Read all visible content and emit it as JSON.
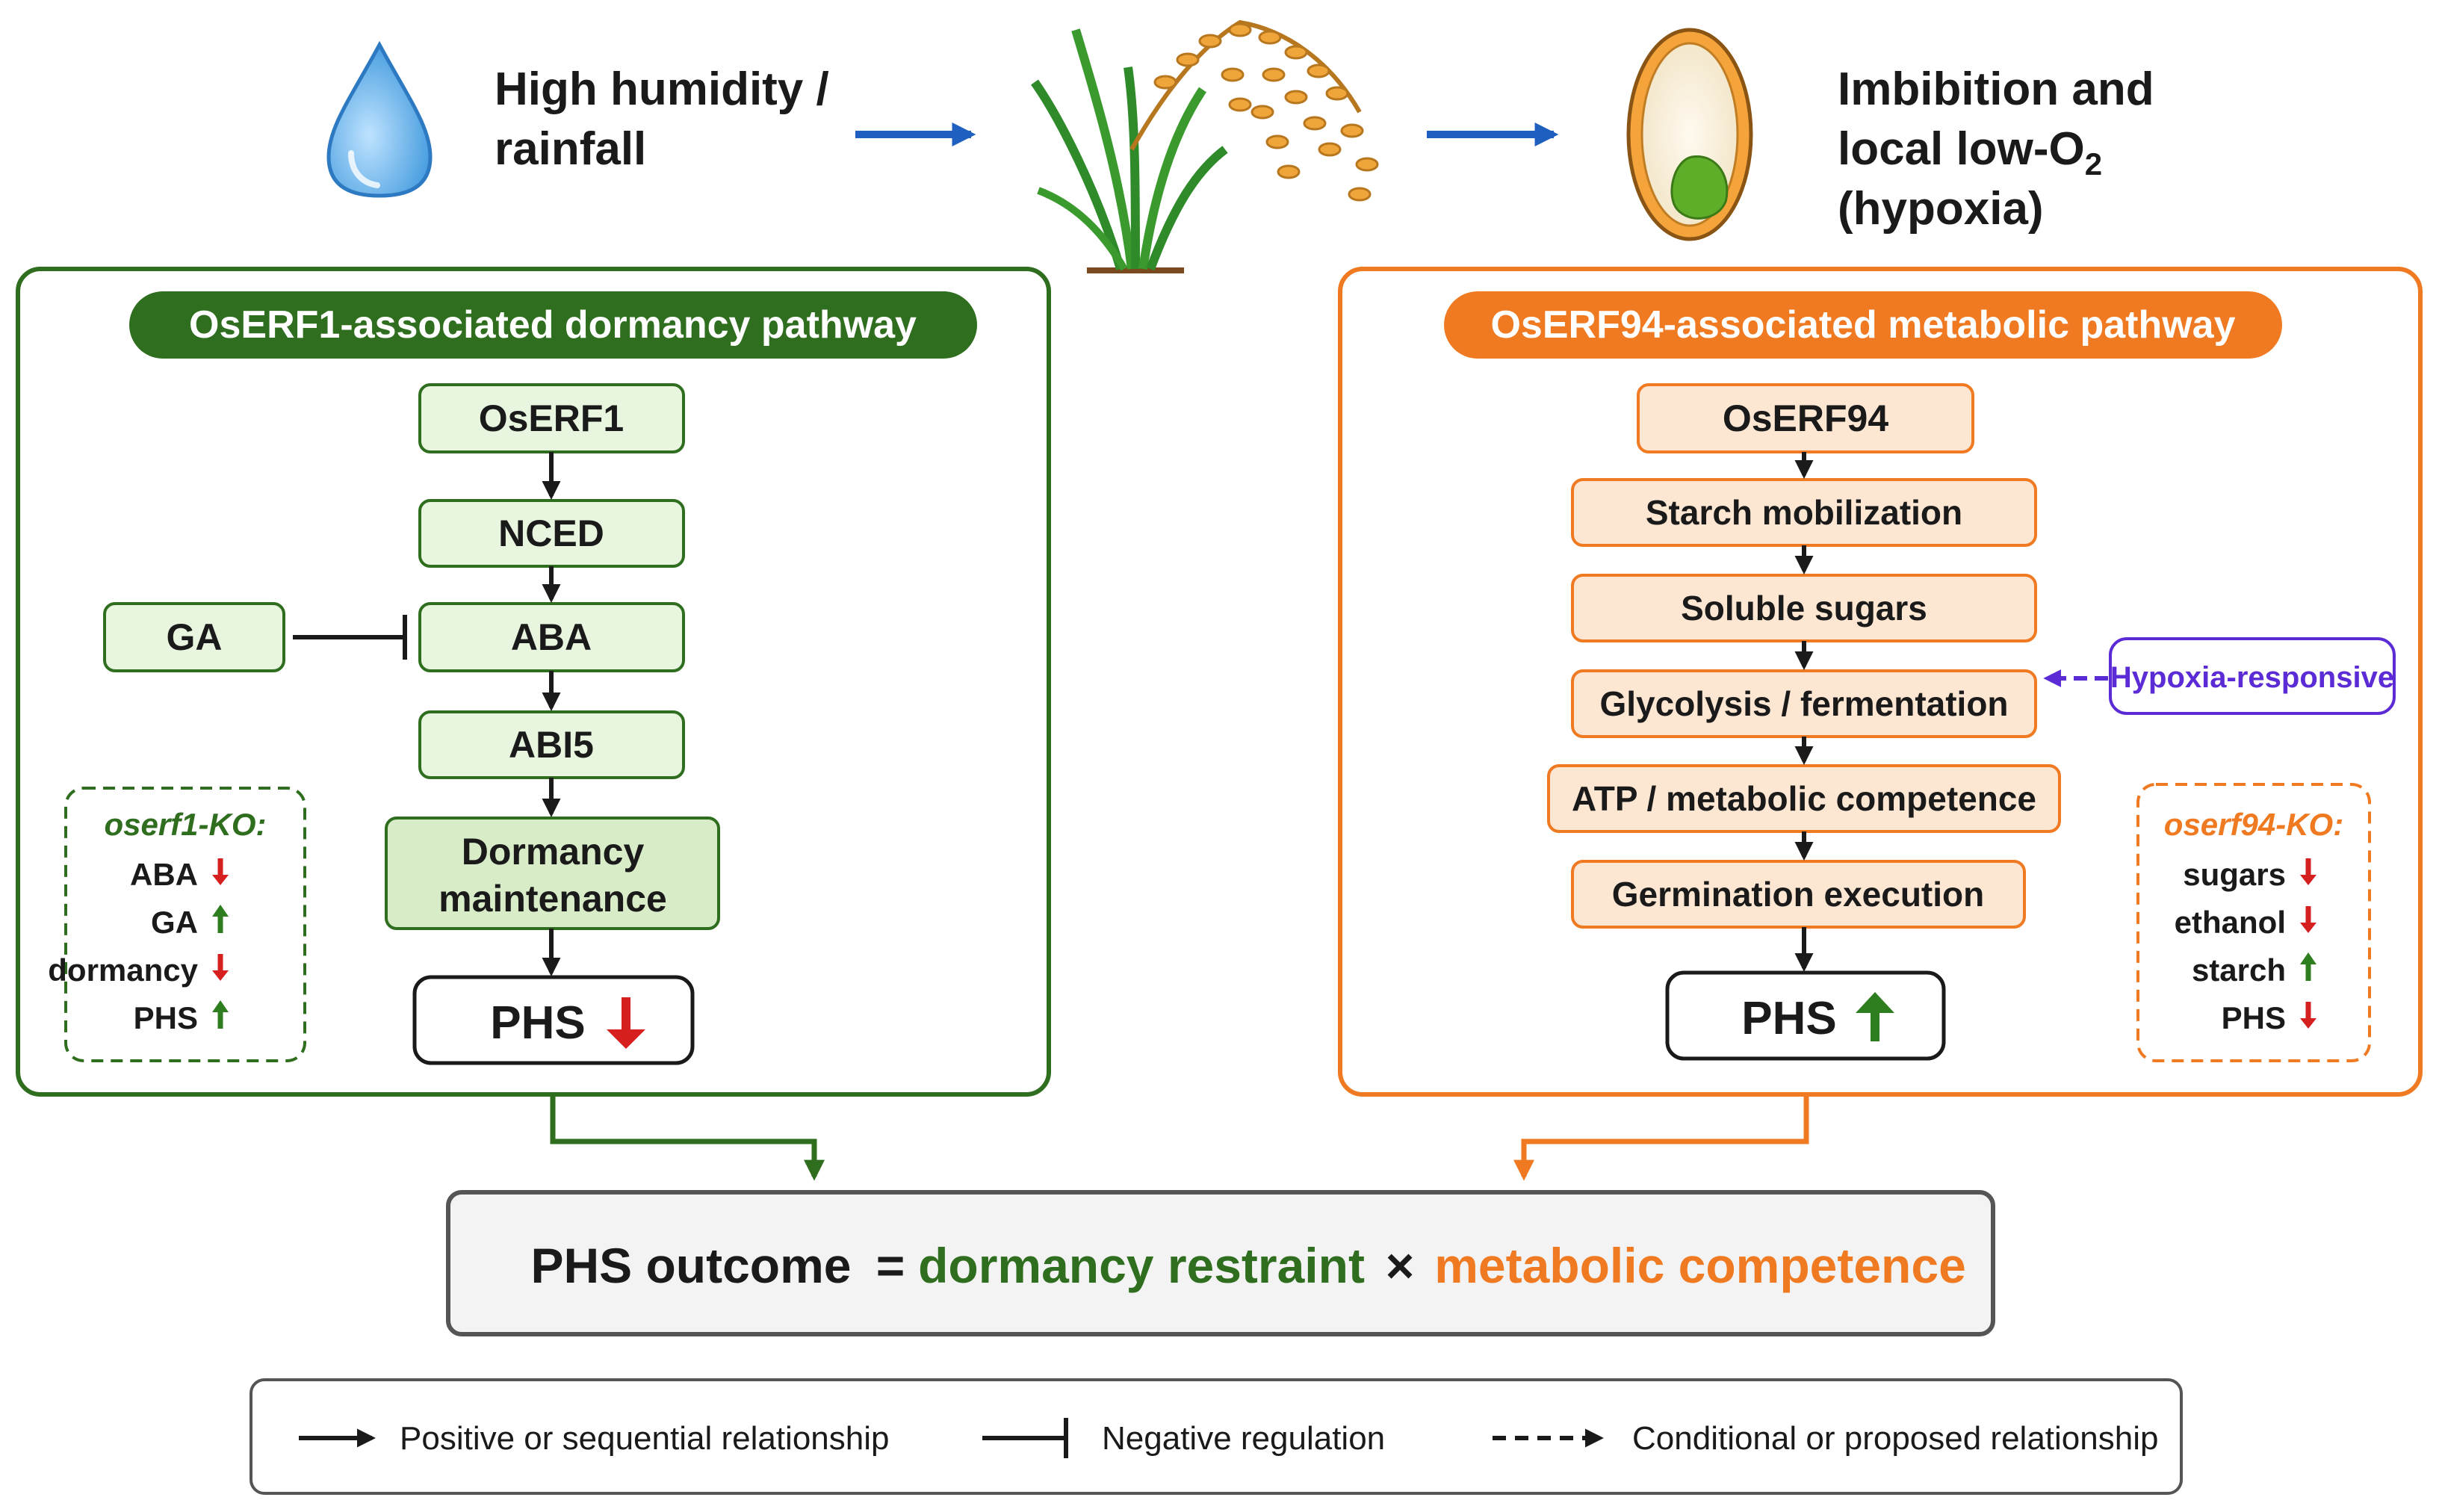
{
  "colors": {
    "green": "#2e6e1e",
    "green_fill": "#e8f5df",
    "green_fill_dark": "#d8ecc8",
    "orange": "#f07a21",
    "orange_fill": "#fde6d2",
    "purple": "#5b2bd6",
    "red": "#d61f1f",
    "up_green": "#2e7d1e",
    "water": "#4a9fe0",
    "blue_arrow": "#1e5fbf"
  },
  "top": {
    "humidity": [
      "High humidity /",
      "rainfall"
    ],
    "imbibition": [
      "Imbibition and",
      "local low-O",
      "(hypoxia)"
    ],
    "o2_subscript": "2",
    "icons": [
      "water-drop-icon",
      "rice-plant-icon",
      "seed-icon"
    ]
  },
  "left": {
    "title": "OsERF1-associated dormancy pathway",
    "nodes": [
      "OsERF1",
      "NCED",
      "ABA",
      "ABI5"
    ],
    "dormancy": [
      "Dormancy",
      "maintenance"
    ],
    "ga": "GA",
    "phs": "PHS",
    "phs_direction": "down",
    "ko": {
      "title": "oserf1-KO:",
      "items": [
        {
          "label": "ABA",
          "dir": "down"
        },
        {
          "label": "GA",
          "dir": "up"
        },
        {
          "label": "dormancy",
          "dir": "down"
        },
        {
          "label": "PHS",
          "dir": "up"
        }
      ]
    }
  },
  "right": {
    "title": "OsERF94-associated metabolic pathway",
    "nodes": [
      "OsERF94",
      "Starch mobilization",
      "Soluble sugars",
      "Glycolysis / fermentation",
      "ATP / metabolic competence",
      "Germination execution"
    ],
    "hypoxia": "Hypoxia-responsive",
    "phs": "PHS",
    "phs_direction": "up",
    "ko": {
      "title": "oserf94-KO:",
      "items": [
        {
          "label": "sugars",
          "dir": "down"
        },
        {
          "label": "ethanol",
          "dir": "down"
        },
        {
          "label": "starch",
          "dir": "up"
        },
        {
          "label": "PHS",
          "dir": "down"
        }
      ]
    }
  },
  "outcome": {
    "lhs": "PHS outcome",
    "eq": "=",
    "term1": "dormancy restraint",
    "times": "×",
    "term2": "metabolic competence"
  },
  "legend": {
    "positive": "Positive or sequential relationship",
    "negative": "Negative regulation",
    "conditional": "Conditional or proposed relationship"
  }
}
